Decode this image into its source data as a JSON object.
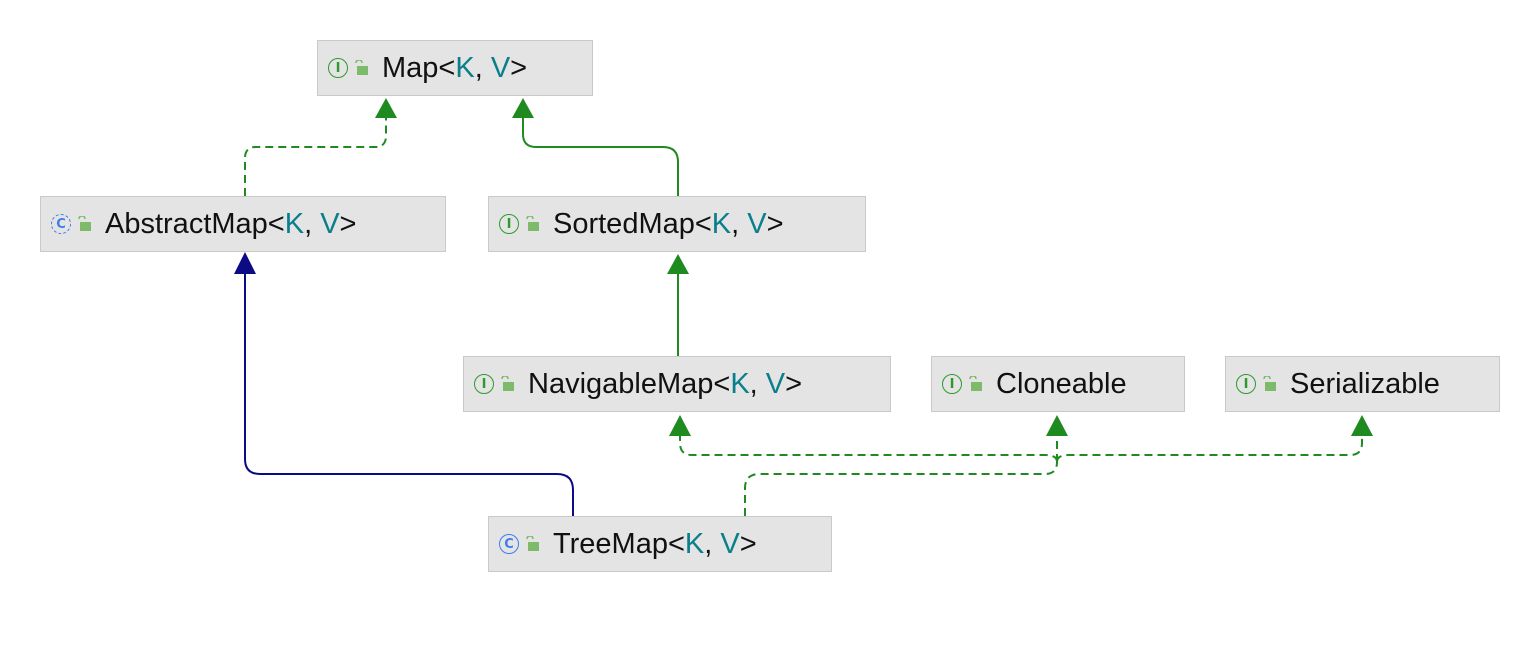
{
  "colors": {
    "realization": "#1f8a1f",
    "generalization": "#0b0b86",
    "interface_badge": "#2e9a2e",
    "class_badge": "#3d7df0",
    "type_param": "#0a7f8c",
    "lock": "#7dbb6b"
  },
  "nodes": {
    "map": {
      "kind": "interface",
      "badge": "I",
      "icon": "unlocked-lock-icon",
      "name": "Map",
      "open": "<",
      "k": "K",
      "sep": ", ",
      "v": "V",
      "close": ">"
    },
    "abstract_map": {
      "kind": "abstract",
      "badge": "C",
      "icon": "unlocked-lock-icon",
      "name": "AbstractMap",
      "open": "<",
      "k": "K",
      "sep": ", ",
      "v": "V",
      "close": ">"
    },
    "sorted_map": {
      "kind": "interface",
      "badge": "I",
      "icon": "unlocked-lock-icon",
      "name": "SortedMap",
      "open": "<",
      "k": "K",
      "sep": ", ",
      "v": "V",
      "close": ">"
    },
    "navigable_map": {
      "kind": "interface",
      "badge": "I",
      "icon": "unlocked-lock-icon",
      "name": "NavigableMap",
      "open": "<",
      "k": "K",
      "sep": ", ",
      "v": "V",
      "close": ">"
    },
    "cloneable": {
      "kind": "interface",
      "badge": "I",
      "icon": "unlocked-lock-icon",
      "name": "Cloneable"
    },
    "serializable": {
      "kind": "interface",
      "badge": "I",
      "icon": "unlocked-lock-icon",
      "name": "Serializable"
    },
    "tree_map": {
      "kind": "class",
      "badge": "C",
      "icon": "unlocked-lock-icon",
      "name": "TreeMap",
      "open": "<",
      "k": "K",
      "sep": ", ",
      "v": "V",
      "close": ">"
    }
  },
  "edges": [
    {
      "from": "abstract_map",
      "to": "map",
      "kind": "realization"
    },
    {
      "from": "sorted_map",
      "to": "map",
      "kind": "interface-extends"
    },
    {
      "from": "navigable_map",
      "to": "sorted_map",
      "kind": "interface-extends"
    },
    {
      "from": "tree_map",
      "to": "abstract_map",
      "kind": "generalization"
    },
    {
      "from": "tree_map",
      "to": "navigable_map",
      "kind": "realization"
    },
    {
      "from": "tree_map",
      "to": "cloneable",
      "kind": "realization"
    },
    {
      "from": "tree_map",
      "to": "serializable",
      "kind": "realization"
    }
  ]
}
